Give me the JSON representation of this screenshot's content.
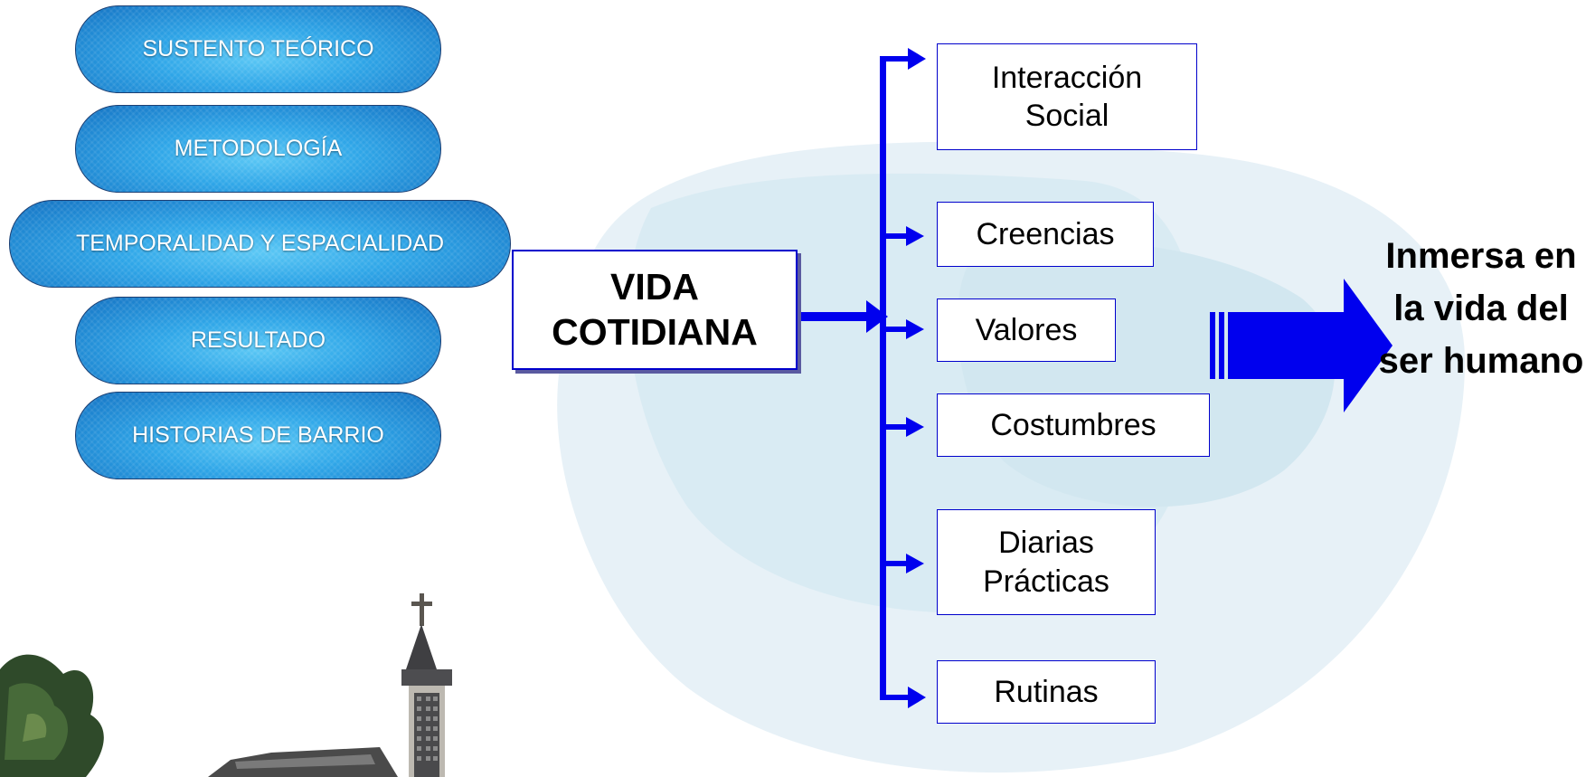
{
  "nav": {
    "items": [
      {
        "label": "SUSTENTO TEÓRICO"
      },
      {
        "label": "METODOLOGÍA"
      },
      {
        "label": "TEMPORALIDAD Y ESPACIALIDAD"
      },
      {
        "label": "RESULTADO"
      },
      {
        "label": "HISTORIAS DE BARRIO"
      }
    ]
  },
  "diagram": {
    "central": "VIDA COTIDIANA",
    "items": [
      "Interacción Social",
      "Creencias",
      "Valores",
      "Costumbres",
      "Diarias Prácticas",
      "Rutinas"
    ],
    "conclusion": "Inmersa en la vida del ser humano"
  },
  "colors": {
    "connector_blue": "#0000ee",
    "box_border": "#0000cc",
    "nav_blue": "#2fa6e8",
    "blob_light": "#e6f1f7",
    "blob_mid": "#d5e8f1"
  }
}
